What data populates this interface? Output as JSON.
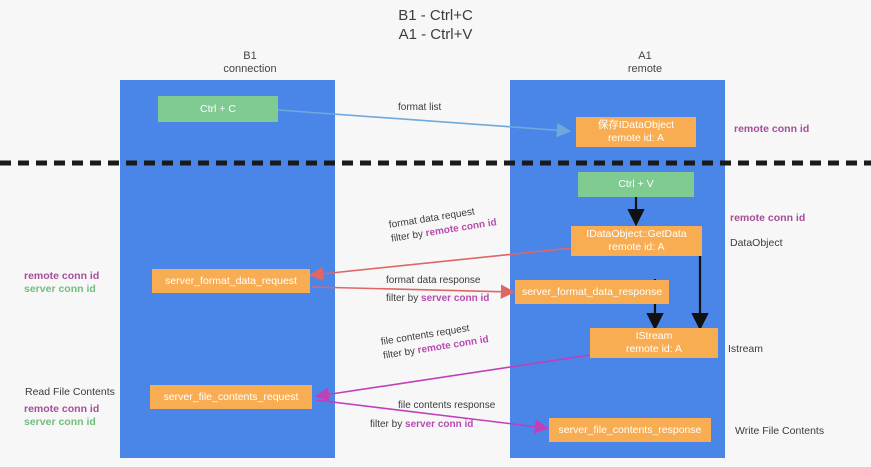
{
  "title": {
    "line1": "B1 - Ctrl+C",
    "line2": "A1 - Ctrl+V"
  },
  "columns": {
    "left": {
      "name": "B1",
      "role": "connection"
    },
    "right": {
      "name": "A1",
      "role": "remote"
    }
  },
  "boxes": {
    "ctrl_c": {
      "line1": "Ctrl + C",
      "line2": "",
      "color": "#7fcb91"
    },
    "ctrl_v": {
      "line1": "Ctrl + V",
      "line2": "",
      "color": "#7fcb91"
    },
    "save_dataobject": {
      "line1": "保存IDataObject",
      "line2": "remote id: A",
      "color": "#f8ad52"
    },
    "getdata": {
      "line1": "IDataObject::GetData",
      "line2": "remote id: A",
      "color": "#f8ad52"
    },
    "istream": {
      "line1": "IStream",
      "line2": "remote id: A",
      "color": "#f8ad52"
    },
    "server_format_data_request": {
      "line1": "server_format_data_request",
      "line2": "",
      "color": "#f8ad52"
    },
    "server_format_data_response": {
      "line1": "server_format_data_response",
      "line2": "",
      "color": "#f8ad52"
    },
    "server_file_contents_request": {
      "line1": "server_file_contents_request",
      "line2": "",
      "color": "#f8ad52"
    },
    "server_file_contents_response": {
      "line1": "server_file_contents_response",
      "line2": "",
      "color": "#f8ad52"
    }
  },
  "edges": {
    "format_list": {
      "label": "format list"
    },
    "format_data_request": {
      "label": "format data request",
      "filter_prefix": "filter by ",
      "filter_key": "remote conn id"
    },
    "format_data_response": {
      "label": "format data response",
      "filter_prefix": "filter by ",
      "filter_key": "server conn id"
    },
    "file_contents_request": {
      "label": "file contents request",
      "filter_prefix": "filter by ",
      "filter_key": "remote conn id"
    },
    "file_contents_response": {
      "label": "file contents response",
      "filter_prefix": "filter by ",
      "filter_key": "server conn id"
    }
  },
  "side_labels": {
    "right_remote_conn_id_top": "remote conn id",
    "right_remote_conn_id_mid": "remote conn id",
    "right_dataobject": "DataObject",
    "right_istream": "Istream",
    "right_write_file_contents": "Write File Contents",
    "left_remote_conn_id_mid": "remote conn id",
    "left_server_conn_id_mid": "server conn id",
    "left_read_file_contents": "Read File Contents",
    "left_remote_conn_id_bottom": "remote conn id",
    "left_server_conn_id_bottom": "server conn id"
  },
  "colors": {
    "lane": "#4a86e8",
    "box_green": "#7fcb91",
    "box_orange": "#f8ad52",
    "arrow_blue": "#6fa8dc",
    "arrow_red": "#e06666",
    "arrow_magenta": "#c13fb8",
    "arrow_black": "#111111",
    "divider": "#1a1a1a",
    "accent_purple": "#a64d9a",
    "accent_green": "#72bd7f"
  }
}
